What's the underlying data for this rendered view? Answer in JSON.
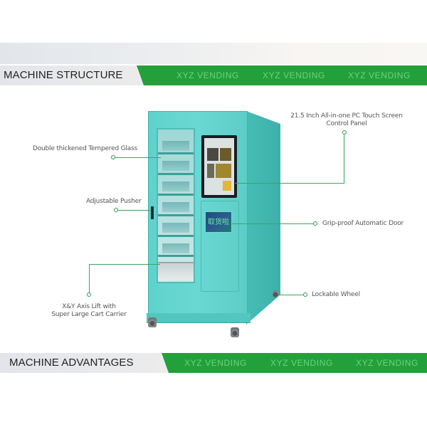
{
  "banners": {
    "structure": {
      "title": "MACHINE STRUCTURE",
      "brand_repeats": [
        "XYZ VENDING",
        "XYZ VENDING",
        "XYZ VENDING"
      ]
    },
    "advantages": {
      "title": "MACHINE ADVANTAGES",
      "brand_repeats": [
        "XYZ VENDING",
        "XYZ VENDING",
        "XYZ VENDING"
      ]
    }
  },
  "callouts": {
    "touch_screen": "21.5 Inch All-in-one PC Touch Screen Control Panel",
    "touch_screen_line1": "21.5 Inch All-in-one PC Touch Screen",
    "touch_screen_line2": "Control Panel",
    "glass": "Double thickened Tempered Glass",
    "pusher": "Adjustable Pusher",
    "door": "Grip-proof Automatic Door",
    "wheel": "Lockable Wheel",
    "lift_line1": "X&Y Axis Lift with",
    "lift_line2": "Super Large Cart Carrier"
  },
  "machine": {
    "pickup_label": "取货啦",
    "body_color": "#62d3cd"
  },
  "colors": {
    "accent_green": "#23a03a",
    "brand_text": "#6ed27e",
    "line_green": "#3aa65a"
  }
}
